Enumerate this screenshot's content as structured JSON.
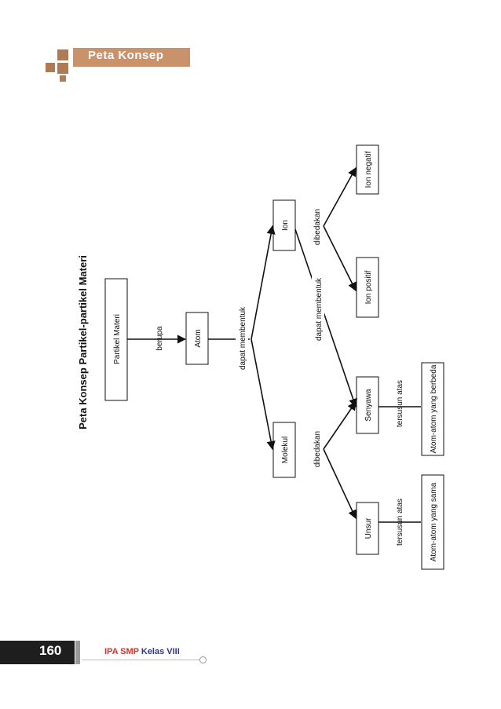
{
  "header": {
    "title": "Peta Konsep"
  },
  "diagram": {
    "title": "Peta Konsep Partikel-partikel Materi",
    "nodes": {
      "partikel_materi": "Partikel Materi",
      "atom": "Atom",
      "molekul": "Molekul",
      "ion": "Ion",
      "unsur": "Unsur",
      "senyawa": "Senyawa",
      "ion_positif": "Ion positif",
      "ion_negatif": "Ion negatif",
      "atom_sama": "Atom-atom yang sama",
      "atom_berbeda": "Atom-atom yang berbeda"
    },
    "labels": {
      "berupa": "berupa",
      "dapat_membentuk_1": "dapat membentuk",
      "dapat_membentuk_2": "dapat membentuk",
      "dibedakan_1": "dibedakan",
      "dibedakan_2": "dibedakan",
      "tersusun_atas_1": "tersusun atas",
      "tersusun_atas_2": "tersusun atas"
    }
  },
  "footer": {
    "page_number": "160",
    "book_part1": "IPA SMP",
    "book_part2": "Kelas VIII"
  },
  "colors": {
    "accent": "#c9926b",
    "accent_dark": "#b07a55",
    "footer_red": "#d4322c",
    "footer_blue": "#2d3a8c"
  }
}
